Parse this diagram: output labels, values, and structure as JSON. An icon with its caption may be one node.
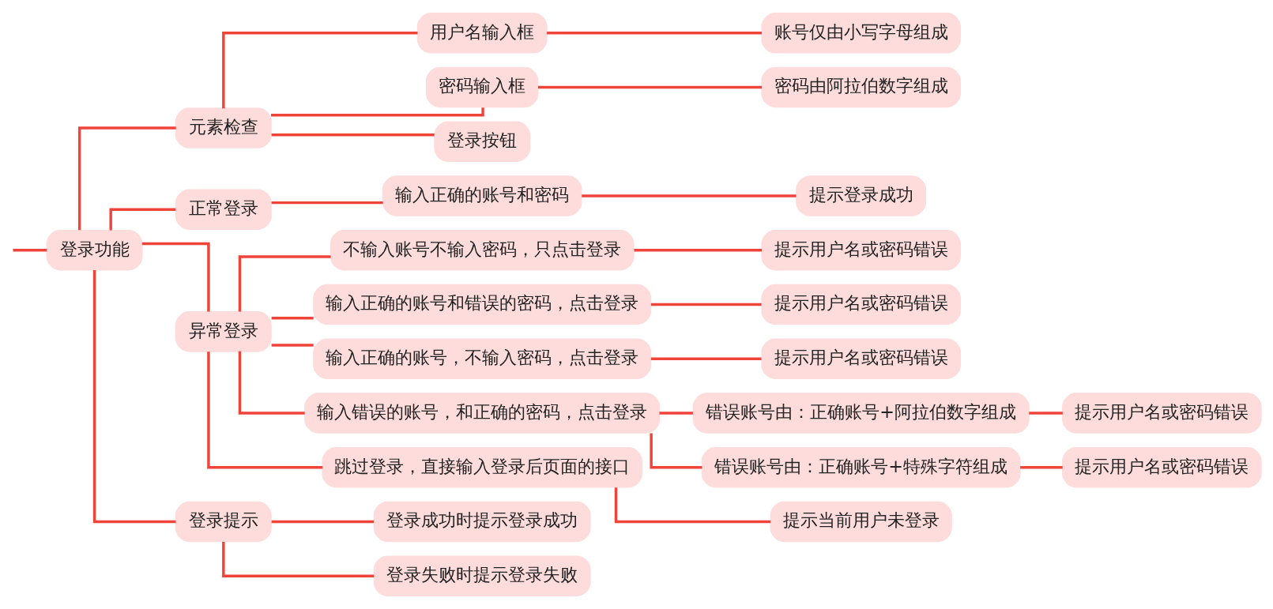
{
  "diagram": {
    "nodes": [
      {
        "text": [
          "登录功能"
        ]
      },
      {
        "text": [
          "元素检查"
        ]
      },
      {
        "text": [
          "用户名输入框"
        ]
      },
      {
        "text": [
          "账号仅由小写字母组成"
        ]
      },
      {
        "text": [
          "密码输入框"
        ]
      },
      {
        "text": [
          "密码由阿拉伯数字组成"
        ]
      },
      {
        "text": [
          "登录按钮"
        ]
      },
      {
        "text": [
          "正常登录"
        ]
      },
      {
        "text": [
          "输入正确的账号和密码"
        ]
      },
      {
        "text": [
          "提示登录成功"
        ]
      },
      {
        "text": [
          "异常登录"
        ]
      },
      {
        "text": [
          "不输入账号不输入密码，只点击登录"
        ]
      },
      {
        "text": [
          "提示用户名或密码错误"
        ]
      },
      {
        "text": [
          "输入正确的账号和错误的密码，点击登录"
        ]
      },
      {
        "text": [
          "提示用户名或密码错误"
        ]
      },
      {
        "text": [
          "输入正确的账号，不输入密码，点击登录"
        ]
      },
      {
        "text": [
          "提示用户名或密码错误"
        ]
      },
      {
        "text": [
          "输入错误的账号，和正确的密码，点击登录"
        ]
      },
      {
        "text": [
          "错误账号由：正确账号+阿拉伯数字组成"
        ]
      },
      {
        "text": [
          "提示用户名或密码错误"
        ]
      },
      {
        "text": [
          "错误账号由：正确账号+特殊字符组成"
        ]
      },
      {
        "text": [
          "提示用户名或密码错误"
        ]
      },
      {
        "text": [
          "跳过登录，直接输入登录后页面的接口"
        ]
      },
      {
        "text": [
          "提示当前用户未登录"
        ]
      },
      {
        "text": [
          "登录提示"
        ]
      },
      {
        "text": [
          "登录成功时提示登录成功"
        ]
      },
      {
        "text": [
          "登录失败时提示登录失败"
        ]
      }
    ],
    "edges": [
      {
        "from": null,
        "to": 0,
        "arrow": "none"
      },
      {
        "from": 0,
        "to": 1,
        "arrow": "none"
      },
      {
        "from": 1,
        "to": 2,
        "arrow": "none"
      },
      {
        "from": 2,
        "to": 3,
        "arrow": "none"
      },
      {
        "from": 1,
        "to": 4,
        "arrow": "none"
      },
      {
        "from": 4,
        "to": 5,
        "arrow": "none"
      },
      {
        "from": 1,
        "to": 6,
        "arrow": "none"
      },
      {
        "from": 0,
        "to": 7,
        "arrow": "none"
      },
      {
        "from": 7,
        "to": 8,
        "arrow": "none"
      },
      {
        "from": 8,
        "to": 9,
        "arrow": "none"
      },
      {
        "from": 0,
        "to": 10,
        "arrow": "none"
      },
      {
        "from": 10,
        "to": 11,
        "arrow": "none"
      },
      {
        "from": 11,
        "to": 12,
        "arrow": "none"
      },
      {
        "from": 10,
        "to": 13,
        "arrow": "none"
      },
      {
        "from": 13,
        "to": 14,
        "arrow": "none"
      },
      {
        "from": 10,
        "to": 15,
        "arrow": "none"
      },
      {
        "from": 15,
        "to": 16,
        "arrow": "none"
      },
      {
        "from": 10,
        "to": 17,
        "arrow": "none"
      },
      {
        "from": 17,
        "to": 18,
        "arrow": "none"
      },
      {
        "from": 18,
        "to": 19,
        "arrow": "none"
      },
      {
        "from": 17,
        "to": 20,
        "arrow": "none"
      },
      {
        "from": 20,
        "to": 21,
        "arrow": "none"
      },
      {
        "from": 10,
        "to": 22,
        "arrow": "none"
      },
      {
        "from": 22,
        "to": 23,
        "arrow": "none"
      },
      {
        "from": 0,
        "to": 24,
        "arrow": "none"
      },
      {
        "from": 24,
        "to": 25,
        "arrow": "none"
      },
      {
        "from": 24,
        "to": 26,
        "arrow": "none"
      }
    ]
  }
}
